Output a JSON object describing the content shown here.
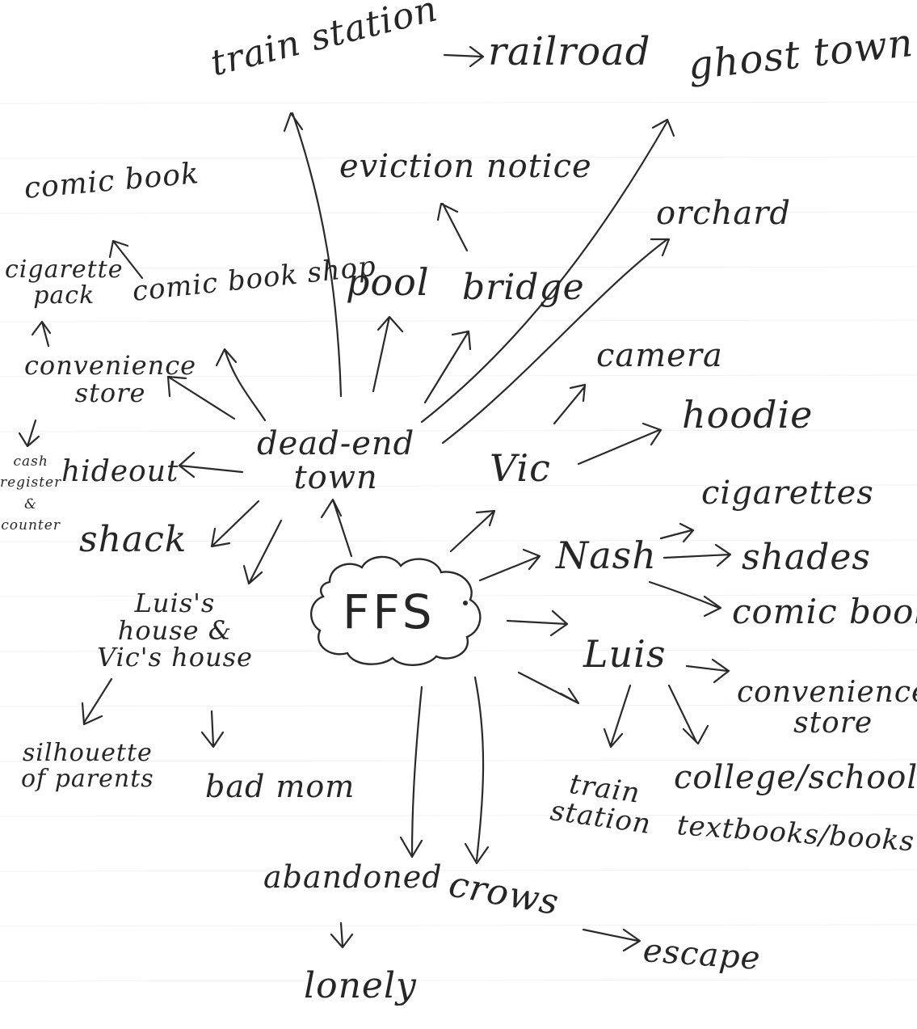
{
  "center": {
    "label": "FFS"
  },
  "nodes": {
    "train_station_top": "train station",
    "railroad": "railroad",
    "ghost_town": "ghost town",
    "eviction_notice": "eviction notice",
    "comic_book_top": "comic book",
    "orchard": "orchard",
    "cigarette_pack": "cigarette\npack",
    "comic_book_shop": "comic book shop",
    "pool": "pool",
    "bridge": "bridge",
    "camera": "camera",
    "convenience_store_left": "convenience\nstore",
    "hoodie": "hoodie",
    "cash_register": "cash\nregister\n&\ncounter",
    "hideout": "hideout",
    "dead_end_town": "dead-end\ntown",
    "vic": "Vic",
    "cigarettes": "cigarettes",
    "shack": "shack",
    "nash": "Nash",
    "shades": "shades",
    "luis_vic_house": "Luis's\nhouse &\nVic's house",
    "comic_book_right": "comic book",
    "luis": "Luis",
    "convenience_store_right": "convenience\nstore",
    "silhouette": "silhouette\nof parents",
    "bad_mom": "bad mom",
    "train_station_bottom": "train\nstation",
    "college_school": "college/school",
    "textbooks": "textbooks/books",
    "abandoned": "abandoned",
    "crows": "crows",
    "escape": "escape",
    "lonely": "lonely"
  }
}
